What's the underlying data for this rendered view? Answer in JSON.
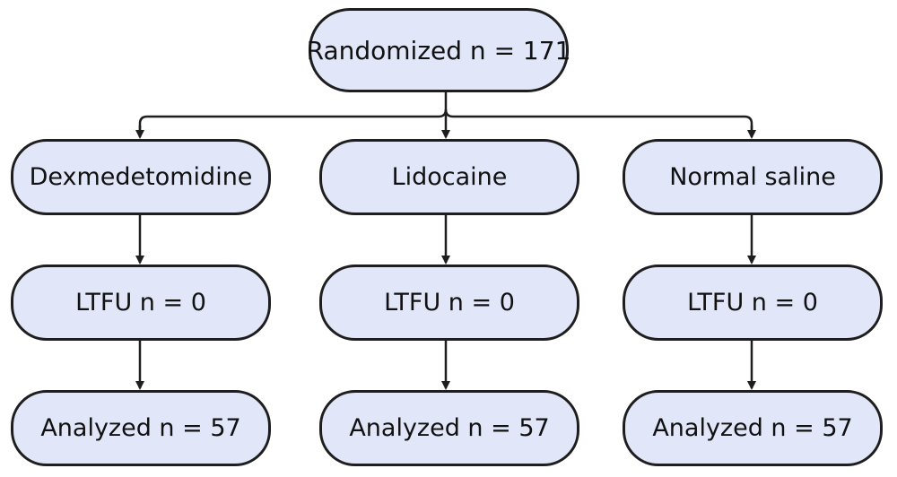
{
  "root": {
    "label": "Randomized n = 171"
  },
  "arms": [
    {
      "group": "Dexmedetomidine",
      "ltfu": "LTFU n = 0",
      "analyzed": "Analyzed n = 57"
    },
    {
      "group": "Lidocaine",
      "ltfu": "LTFU n = 0",
      "analyzed": "Analyzed n = 57"
    },
    {
      "group": "Normal saline",
      "ltfu": "LTFU n = 0",
      "analyzed": "Analyzed n = 57"
    }
  ],
  "colors": {
    "box_fill": "#e1e6f9",
    "line": "#1e1e1e"
  }
}
